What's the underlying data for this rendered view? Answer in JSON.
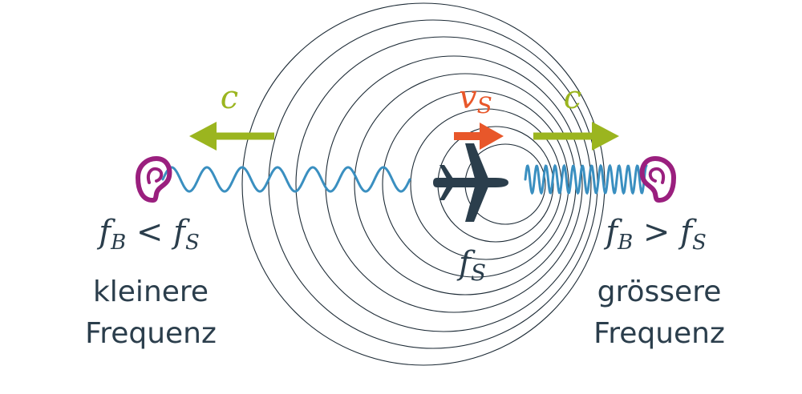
{
  "colors": {
    "text": "#2b3e4c",
    "green": "#9bb51f",
    "orange": "#e8572a",
    "blue": "#3a8fc0",
    "ear": "#9a1f7e",
    "circles": "#1c2a35"
  },
  "labels": {
    "c_left": "c",
    "c_right": "c",
    "vs_v": "v",
    "vs_sub": "S",
    "fs_f": "f",
    "fs_sub": "S",
    "left_relation": {
      "f1": "f",
      "sub1": "B",
      "op": " < ",
      "f2": "f",
      "sub2": "S"
    },
    "right_relation": {
      "f1": "f",
      "sub1": "B",
      "op": " > ",
      "f2": "f",
      "sub2": "S"
    },
    "left_text_line1": "kleinere",
    "left_text_line2": "Frequenz",
    "right_text_line1": "grössere",
    "right_text_line2": "Frequenz"
  },
  "icons": [
    "ear-icon-left",
    "ear-icon-right",
    "airplane-icon"
  ]
}
